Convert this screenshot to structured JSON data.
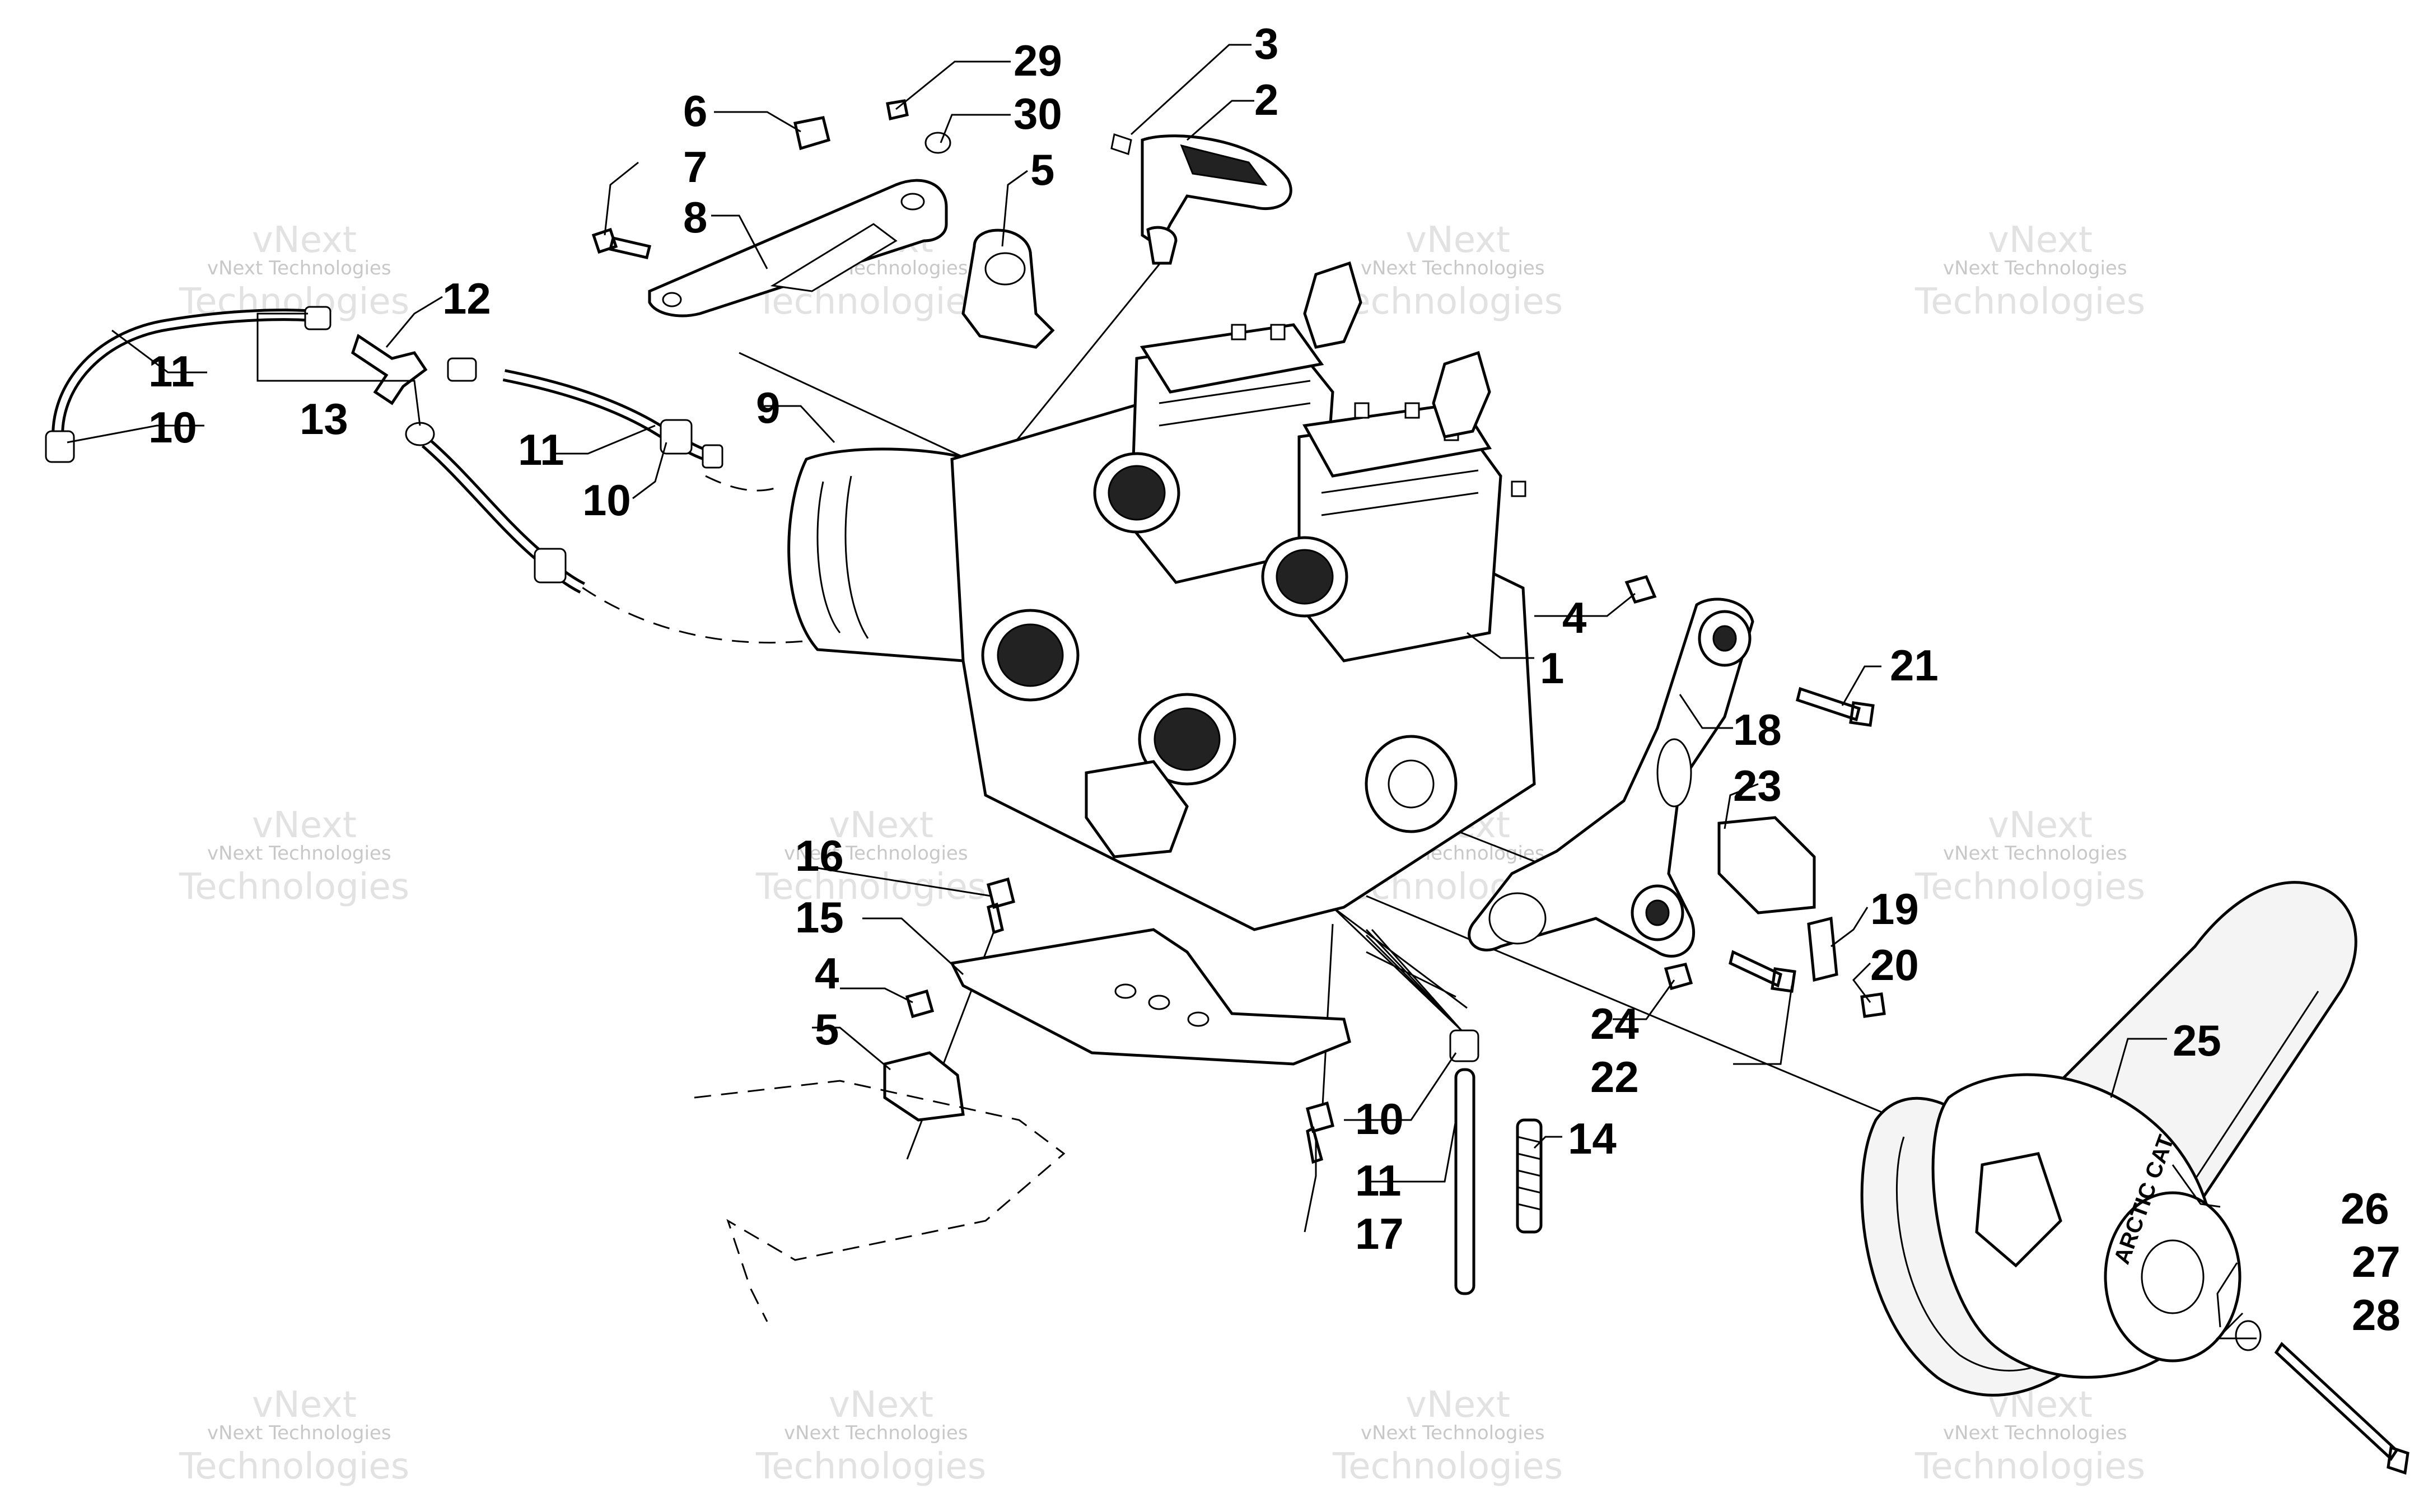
{
  "watermark": {
    "line1": "vNext Technologies",
    "line2": "Technologies",
    "big": "vNext"
  },
  "callouts": [
    {
      "id": "1",
      "label": "1"
    },
    {
      "id": "2",
      "label": "2"
    },
    {
      "id": "3",
      "label": "3"
    },
    {
      "id": "4a",
      "label": "4"
    },
    {
      "id": "4b",
      "label": "4"
    },
    {
      "id": "5a",
      "label": "5"
    },
    {
      "id": "5b",
      "label": "5"
    },
    {
      "id": "6",
      "label": "6"
    },
    {
      "id": "7",
      "label": "7"
    },
    {
      "id": "8",
      "label": "8"
    },
    {
      "id": "9",
      "label": "9"
    },
    {
      "id": "10a",
      "label": "10"
    },
    {
      "id": "10b",
      "label": "10"
    },
    {
      "id": "10c",
      "label": "10"
    },
    {
      "id": "11a",
      "label": "11"
    },
    {
      "id": "11b",
      "label": "11"
    },
    {
      "id": "11c",
      "label": "11"
    },
    {
      "id": "12",
      "label": "12"
    },
    {
      "id": "13",
      "label": "13"
    },
    {
      "id": "14",
      "label": "14"
    },
    {
      "id": "15",
      "label": "15"
    },
    {
      "id": "16",
      "label": "16"
    },
    {
      "id": "17",
      "label": "17"
    },
    {
      "id": "18",
      "label": "18"
    },
    {
      "id": "19",
      "label": "19"
    },
    {
      "id": "20",
      "label": "20"
    },
    {
      "id": "21",
      "label": "21"
    },
    {
      "id": "22",
      "label": "22"
    },
    {
      "id": "23",
      "label": "23"
    },
    {
      "id": "24",
      "label": "24"
    },
    {
      "id": "25",
      "label": "25"
    },
    {
      "id": "26",
      "label": "26"
    },
    {
      "id": "27",
      "label": "27"
    },
    {
      "id": "28",
      "label": "28"
    },
    {
      "id": "29",
      "label": "29"
    },
    {
      "id": "30",
      "label": "30"
    }
  ],
  "clutch_brand": "ARCTIC CAT"
}
